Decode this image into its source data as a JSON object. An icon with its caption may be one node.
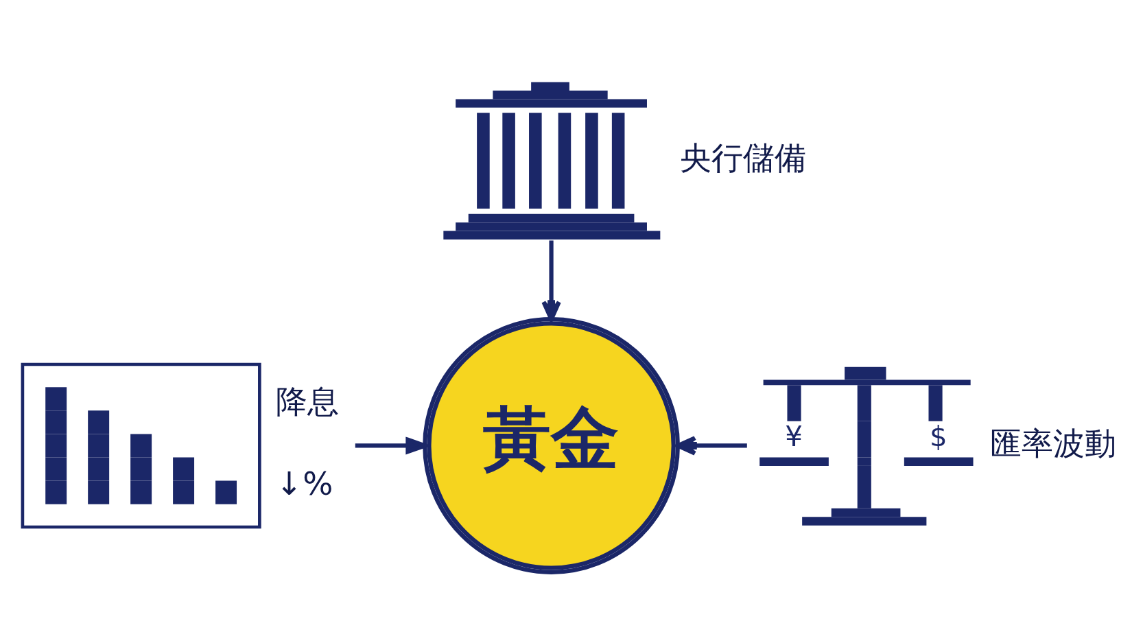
{
  "diagram": {
    "nodes": [
      {
        "text": [],
        "shape": "picture",
        "beside": [
          "央行儲備"
        ]
      },
      {
        "text": [],
        "shape": "picture",
        "beside": [
          "降息",
          "↓%"
        ]
      },
      {
        "text": [
          "黃金"
        ]
      },
      {
        "text": [
          "¥",
          "$"
        ],
        "beside": [
          "匯率波動"
        ]
      }
    ],
    "edges": [
      {
        "from": 0,
        "to": 2,
        "arrow": "to"
      },
      {
        "from": 1,
        "to": 2,
        "arrow": "to"
      },
      {
        "from": 3,
        "to": 2,
        "arrow": "to"
      }
    ]
  }
}
